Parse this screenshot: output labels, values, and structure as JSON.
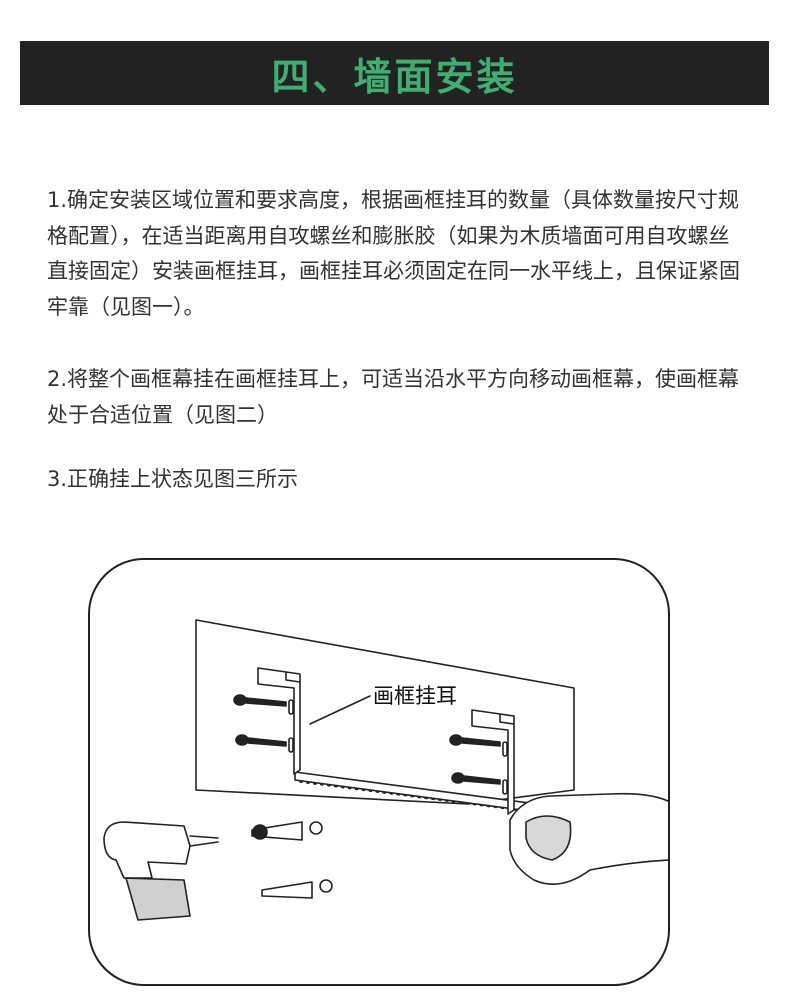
{
  "header": {
    "title": "四、墙面安装",
    "background_color": "#222222",
    "title_color": "#3fae72"
  },
  "instructions": [
    "1.确定安装区域位置和要求高度，根据画框挂耳的数量（具体数量按尺寸规格配置），在适当距离用自攻螺丝和膨胀胶（如果为木质墙面可用自攻螺丝直接固定）安装画框挂耳，画框挂耳必须固定在同一水平线上，且保证紧固牢靠（见图一）。",
    "2.将整个画框幕挂在画框挂耳上，可适当沿水平方向移动画框幕，使画框幕处于合适位置（见图二）",
    "3.正确挂上状态见图三所示"
  ],
  "figure": {
    "callout_label": "画框挂耳"
  }
}
